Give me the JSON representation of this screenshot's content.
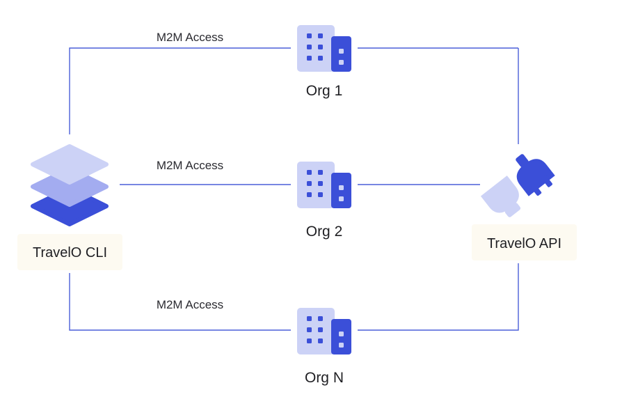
{
  "nodes": {
    "cli": {
      "label": "TravelO CLI",
      "icon": "layers-stack-icon"
    },
    "api": {
      "label": "TravelO API",
      "icon": "plug-icon"
    },
    "orgs": [
      {
        "label": "Org 1",
        "icon": "building-icon"
      },
      {
        "label": "Org 2",
        "icon": "building-icon"
      },
      {
        "label": "Org N",
        "icon": "building-icon"
      }
    ]
  },
  "edges": [
    {
      "label": "M2M Access"
    },
    {
      "label": "M2M Access"
    },
    {
      "label": "M2M Access"
    }
  ],
  "colors": {
    "line": "#4a5fd9",
    "accent": "#3b4fd8",
    "accent_mid": "#a3acf0",
    "accent_light": "#ccd2f6",
    "label_bg": "#fdfaf1"
  }
}
